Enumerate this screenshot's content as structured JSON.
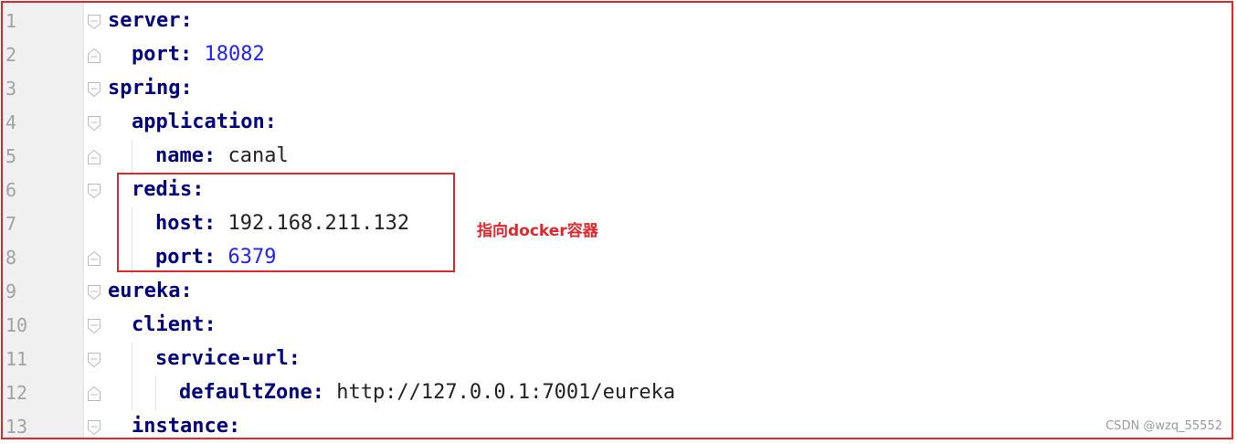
{
  "editor": {
    "lines": [
      {
        "n": "1",
        "key": "server",
        "value": "",
        "vtype": "none",
        "indent": 0,
        "fold": "open"
      },
      {
        "n": "2",
        "key": "port",
        "value": "18082",
        "vtype": "num",
        "indent": 1,
        "fold": "close"
      },
      {
        "n": "3",
        "key": "spring",
        "value": "",
        "vtype": "none",
        "indent": 0,
        "fold": "open"
      },
      {
        "n": "4",
        "key": "application",
        "value": "",
        "vtype": "none",
        "indent": 1,
        "fold": "open"
      },
      {
        "n": "5",
        "key": "name",
        "value": "canal",
        "vtype": "str",
        "indent": 2,
        "fold": "close"
      },
      {
        "n": "6",
        "key": "redis",
        "value": "",
        "vtype": "none",
        "indent": 1,
        "fold": "open"
      },
      {
        "n": "7",
        "key": "host",
        "value": "192.168.211.132",
        "vtype": "str",
        "indent": 2,
        "fold": "none"
      },
      {
        "n": "8",
        "key": "port",
        "value": "6379",
        "vtype": "num",
        "indent": 2,
        "fold": "close"
      },
      {
        "n": "9",
        "key": "eureka",
        "value": "",
        "vtype": "none",
        "indent": 0,
        "fold": "open"
      },
      {
        "n": "10",
        "key": "client",
        "value": "",
        "vtype": "none",
        "indent": 1,
        "fold": "open"
      },
      {
        "n": "11",
        "key": "service-url",
        "value": "",
        "vtype": "none",
        "indent": 2,
        "fold": "open"
      },
      {
        "n": "12",
        "key": "defaultZone",
        "value": "http://127.0.0.1:7001/eureka",
        "vtype": "str",
        "indent": 3,
        "fold": "close"
      },
      {
        "n": "13",
        "key": "instance",
        "value": "",
        "vtype": "none",
        "indent": 1,
        "fold": "open"
      }
    ]
  },
  "annotation": {
    "text": "指向docker容器",
    "color": "#e3262c"
  },
  "watermark": "CSDN @wzq_55552",
  "colors": {
    "key": "#000080",
    "number": "#1f22ff",
    "string": "#222222",
    "line_number": "#a2a2a2",
    "border": "#e3262c"
  }
}
